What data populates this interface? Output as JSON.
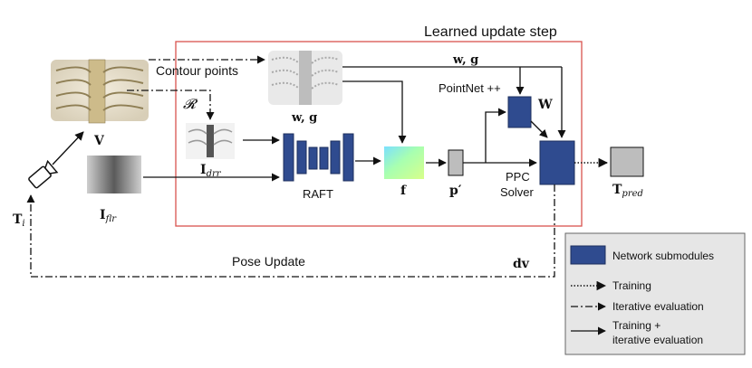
{
  "title": "Learned update step",
  "labels": {
    "contour_points": "Contour points",
    "R": "𝓡",
    "V": "V",
    "wg_top": "w, g",
    "wg_mid": "w, g",
    "I_drr": "I",
    "I_drr_sub": "drr",
    "I_flr": "I",
    "I_flr_sub": "flr",
    "T_i": "T",
    "T_i_sub": "i",
    "raft": "RAFT",
    "f": "f",
    "p_prime": "p′",
    "pointnet": "PointNet ++",
    "W": "W",
    "ppc": "PPC",
    "solver": "Solver",
    "T_pred": "T",
    "T_pred_sub": "pred",
    "pose_update": "Pose Update",
    "dv": "dv"
  },
  "legend": {
    "submodules": "Network submodules",
    "training": "Training",
    "iterative": "Iterative evaluation",
    "both_line1": "Training +",
    "both_line2": "iterative evaluation"
  },
  "colors": {
    "module": "#2f4b8f",
    "module_stroke": "#1c2f5e",
    "frame": "#d9534f",
    "gray_box": "#bdbdbd",
    "legend_bg": "#e6e6e6"
  }
}
